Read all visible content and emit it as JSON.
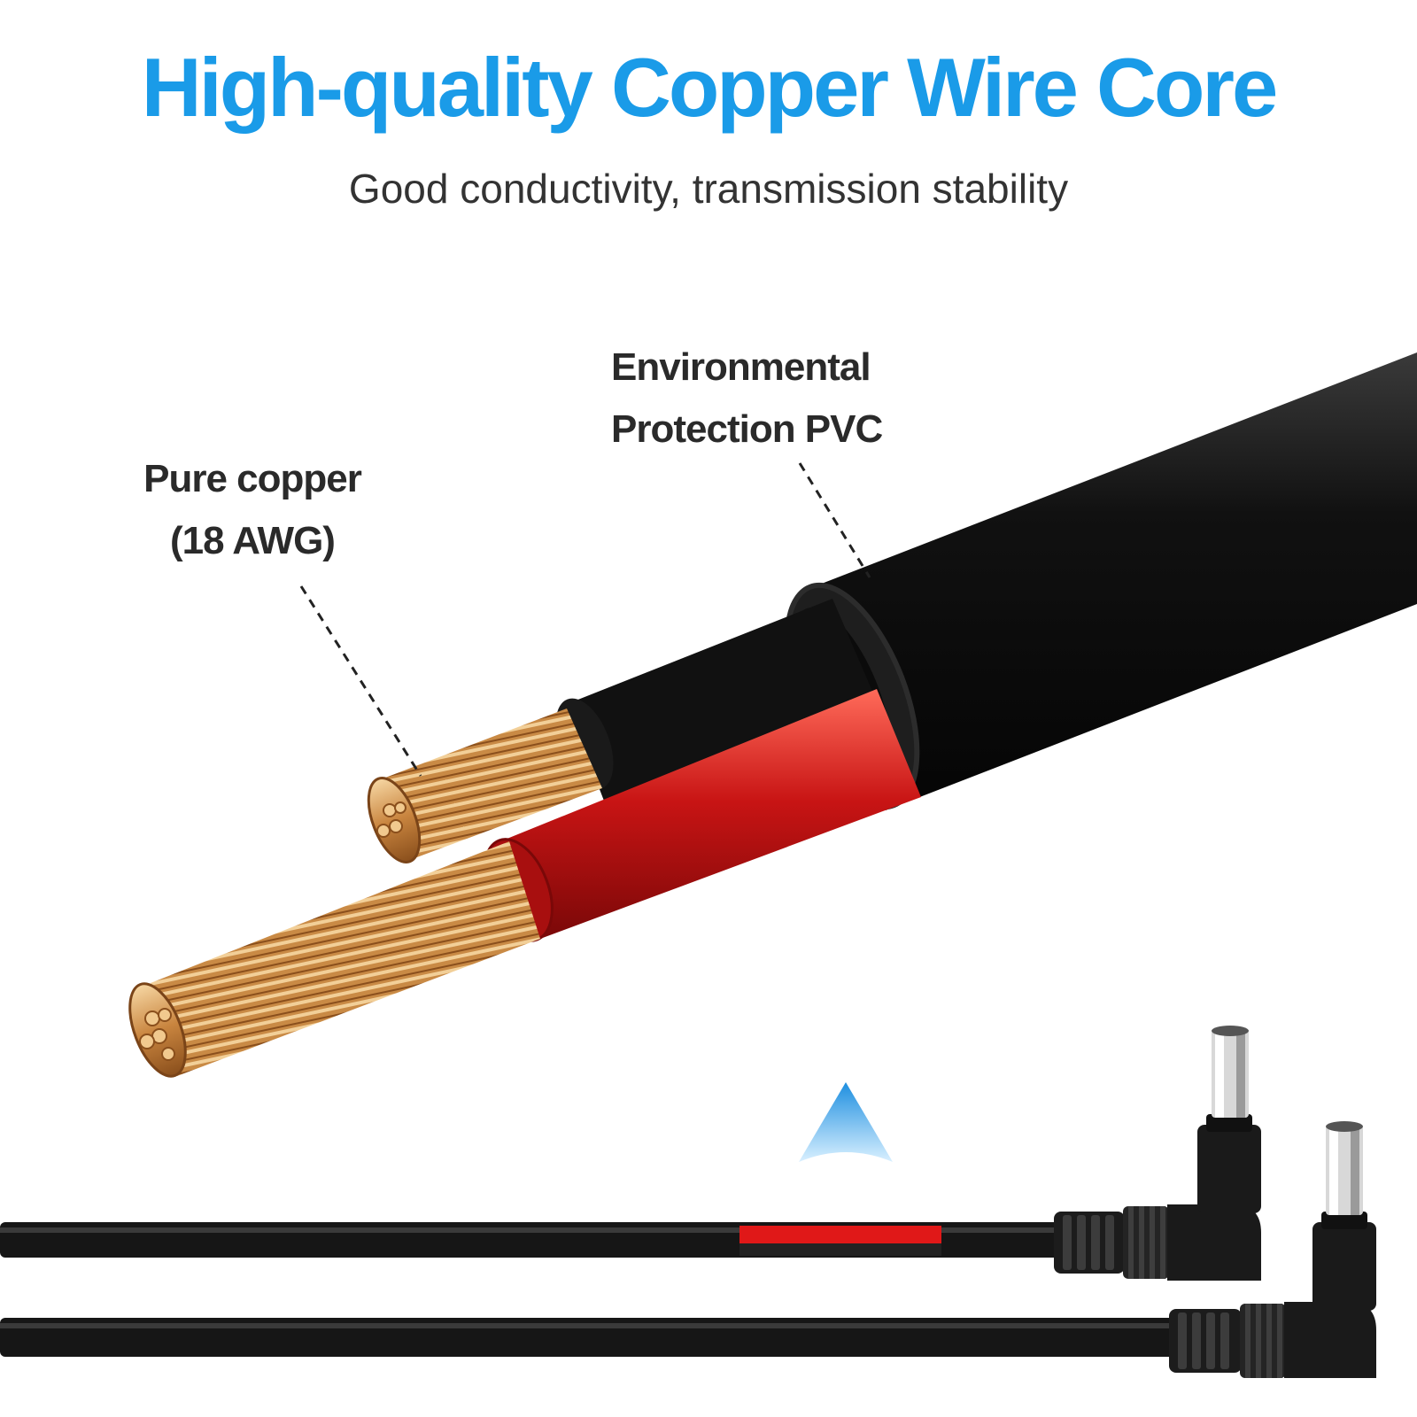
{
  "header": {
    "title": "High-quality Copper Wire Core",
    "subtitle": "Good conductivity, transmission stability"
  },
  "callouts": {
    "pvc": {
      "line1": "Environmental",
      "line2": "Protection PVC"
    },
    "copper": {
      "line1": "Pure copper",
      "line2": "(18 AWG)"
    }
  },
  "colors": {
    "title": "#1a9be8",
    "jacket": "#161616",
    "red_insulation": "#d01a1a",
    "copper": "#d99a55",
    "arrow": "#4fb4ee"
  }
}
